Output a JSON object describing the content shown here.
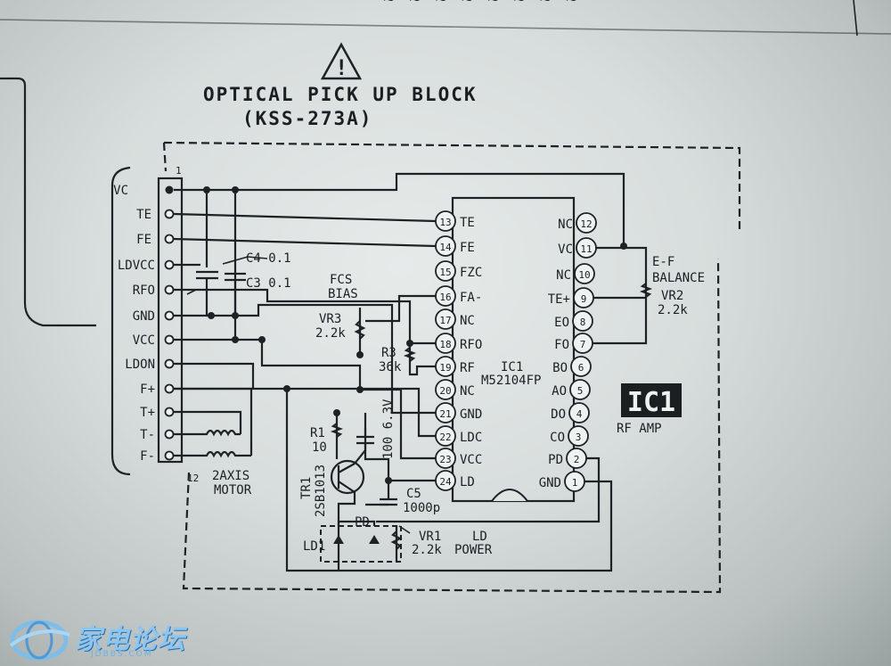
{
  "diagram": {
    "title": "OPTICAL PICK UP BLOCK",
    "model": "(KSS-273A)",
    "connector": {
      "first_pin": "1",
      "last_pin": "12",
      "labels": [
        "VC",
        "TE",
        "FE",
        "LDVCC",
        "RFO",
        "GND",
        "VCC",
        "LDON",
        "F+",
        "T+",
        "T-",
        "F-"
      ]
    },
    "ic_pins_left": [
      {
        "num": "13",
        "name": "TE"
      },
      {
        "num": "14",
        "name": "FE"
      },
      {
        "num": "15",
        "name": "FZC"
      },
      {
        "num": "16",
        "name": "FA-"
      },
      {
        "num": "17",
        "name": "NC"
      },
      {
        "num": "18",
        "name": "RFO"
      },
      {
        "num": "19",
        "name": "RF"
      },
      {
        "num": "20",
        "name": "NC"
      },
      {
        "num": "21",
        "name": "GND"
      },
      {
        "num": "22",
        "name": "LDC"
      },
      {
        "num": "23",
        "name": "VCC"
      },
      {
        "num": "24",
        "name": "LD"
      }
    ],
    "ic_pins_right": [
      {
        "num": "12",
        "name": "NC"
      },
      {
        "num": "11",
        "name": "VC"
      },
      {
        "num": "10",
        "name": "NC"
      },
      {
        "num": "9",
        "name": "TE+"
      },
      {
        "num": "8",
        "name": "EO"
      },
      {
        "num": "7",
        "name": "FO"
      },
      {
        "num": "6",
        "name": "BO"
      },
      {
        "num": "5",
        "name": "AO"
      },
      {
        "num": "4",
        "name": "DO"
      },
      {
        "num": "3",
        "name": "CO"
      },
      {
        "num": "2",
        "name": "PD"
      },
      {
        "num": "1",
        "name": "GND"
      }
    ],
    "ic_name": "IC1",
    "ic_part": "M52104FP",
    "ic_badge": "IC1",
    "ic_function": "RF AMP",
    "labels": {
      "c4": "C4 0.1",
      "c3": "C3 0.1",
      "fcs_bias_1": "FCS",
      "fcs_bias_2": "BIAS",
      "vr3_name": "VR3",
      "vr3_val": "2.2k",
      "r3_name": "R3",
      "r3_val": "36k",
      "r1_name": "R1",
      "r1_val": "10",
      "c1_val": "100 6.3V",
      "tr1_name": "TR1",
      "tr1_part": "2SB1013",
      "c5_name": "C5",
      "c5_val": "1000p",
      "pd": "PD",
      "ld1": "LD1",
      "vr1_name": "VR1",
      "vr1_val": "2.2k",
      "ld_power_1": "LD",
      "ld_power_2": "POWER",
      "ef_balance_1": "E-F",
      "ef_balance_2": "BALANCE",
      "vr2_name": "VR2",
      "vr2_val": "2.2k",
      "motor_1": "2AXIS",
      "motor_2": "MOTOR"
    },
    "warning_symbol": "!"
  },
  "watermark": {
    "title": "家电论坛",
    "subtitle": "JDBBS.COM",
    "color": "#8ec5ef"
  }
}
